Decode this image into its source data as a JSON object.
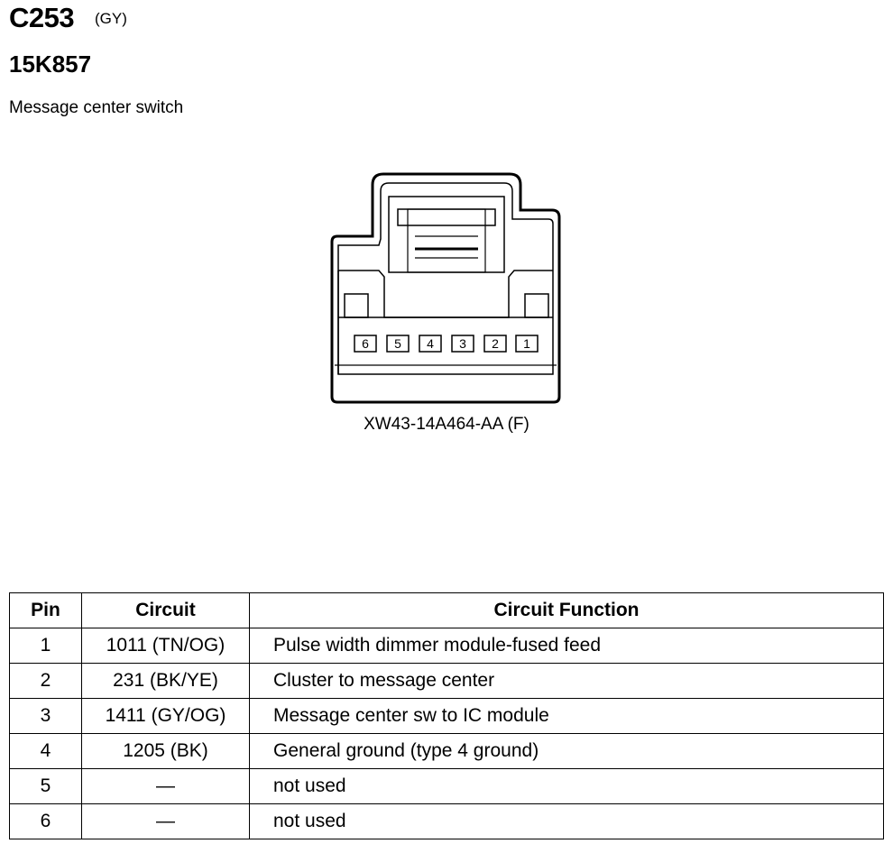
{
  "header": {
    "connector_id": "C253",
    "color_code": "(GY)",
    "part_number": "15K857",
    "description": "Message center switch"
  },
  "connector": {
    "pins": [
      "6",
      "5",
      "4",
      "3",
      "2",
      "1"
    ],
    "part_label": "XW43-14A464-AA (F)"
  },
  "table": {
    "headers": {
      "pin": "Pin",
      "circuit": "Circuit",
      "function": "Circuit Function"
    },
    "rows": [
      {
        "pin": "1",
        "circuit": "1011 (TN/OG)",
        "function": "Pulse width dimmer module-fused feed"
      },
      {
        "pin": "2",
        "circuit": "231 (BK/YE)",
        "function": "Cluster to message center"
      },
      {
        "pin": "3",
        "circuit": "1411 (GY/OG)",
        "function": "Message center sw to IC module"
      },
      {
        "pin": "4",
        "circuit": "1205 (BK)",
        "function": "General ground (type 4 ground)"
      },
      {
        "pin": "5",
        "circuit": "—",
        "function": "not used"
      },
      {
        "pin": "6",
        "circuit": "—",
        "function": "not used"
      }
    ]
  }
}
